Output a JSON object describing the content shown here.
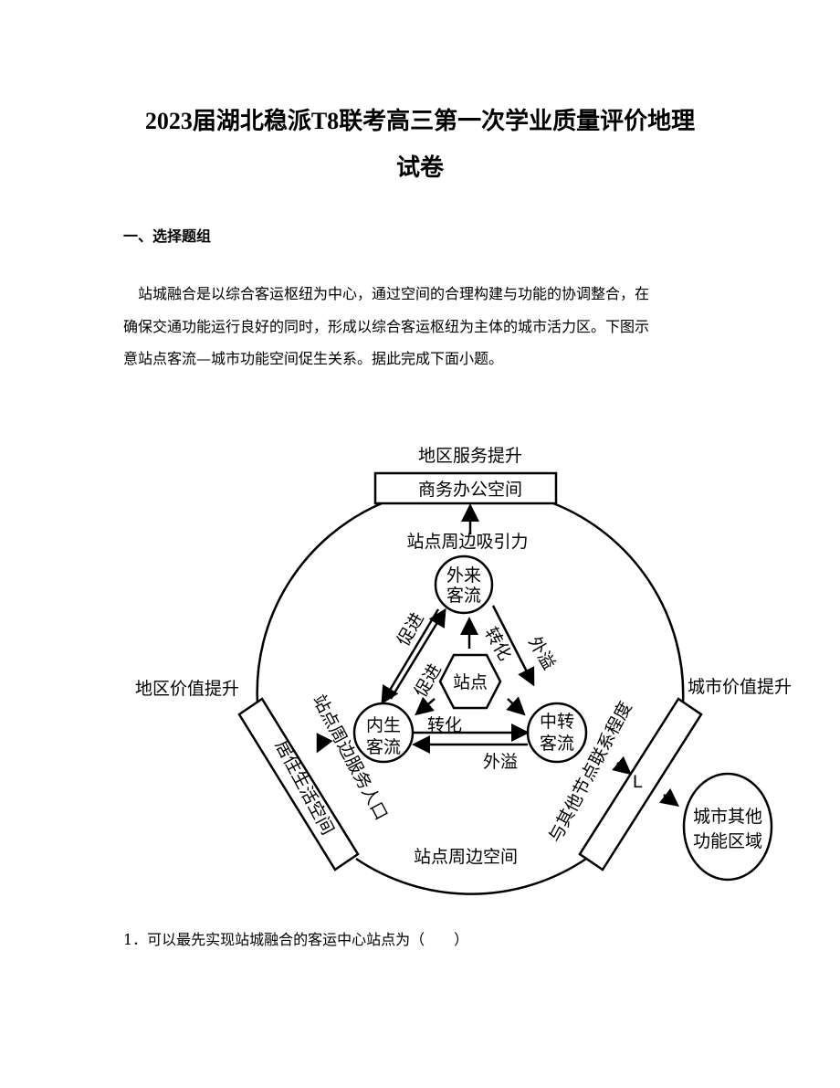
{
  "title_line1": "2023届湖北稳派T8联考高三第一次学业质量评价地理",
  "title_line2": "试卷",
  "section": "一、选择题组",
  "paragraph": [
    "站城融合是以综合客运枢纽为中心，通过空间的合理构建与功能的协调整合，在",
    "确保交通功能运行良好的同时，形成以综合客运枢纽为主体的城市活力区。下图示",
    "意站点客流—城市功能空间促生关系。据此完成下面小题。"
  ],
  "diagram": {
    "top_label": "地区服务提升",
    "top_box": "商务办公空间",
    "attraction": "站点周边吸引力",
    "foreign_flow": [
      "外来",
      "客流"
    ],
    "internal_flow": [
      "内生",
      "客流"
    ],
    "transfer_flow": [
      "中转",
      "客流"
    ],
    "station": "站点",
    "promote1": "促进",
    "promote2": "促进",
    "convert1": "转化",
    "convert2": "转化",
    "overflow1": "外溢",
    "overflow2": "外溢",
    "left_value": "地区价值提升",
    "right_value": "城市价值提升",
    "left_box": "居住生活空间",
    "service_pop": "站点周边服务人口",
    "connection": "与其他节点联系程度",
    "L": "L",
    "other_area": [
      "城市其他",
      "功能区域"
    ],
    "surround": "站点周边空间"
  },
  "question": "1．可以最先实现站城融合的客运中心站点为（　　）"
}
